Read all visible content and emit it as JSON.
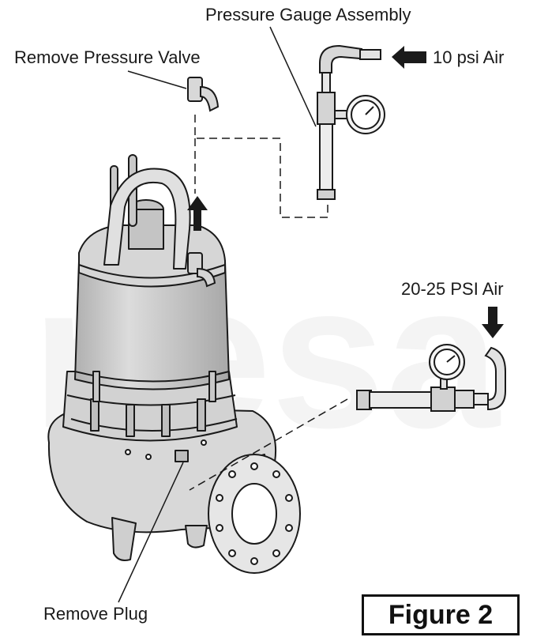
{
  "labels": {
    "pressure_gauge_assembly": "Pressure Gauge Assembly",
    "remove_pressure_valve": "Remove Pressure Valve",
    "air_10psi": "10 psi Air",
    "air_20_25psi": "20-25 PSI Air",
    "remove_plug": "Remove Plug"
  },
  "figure_caption": "Figure 2",
  "watermark": "nesa",
  "colors": {
    "ink": "#1a1a1a",
    "motor_fill": "#cfcfcf",
    "watermark": "#f2f2f2"
  }
}
